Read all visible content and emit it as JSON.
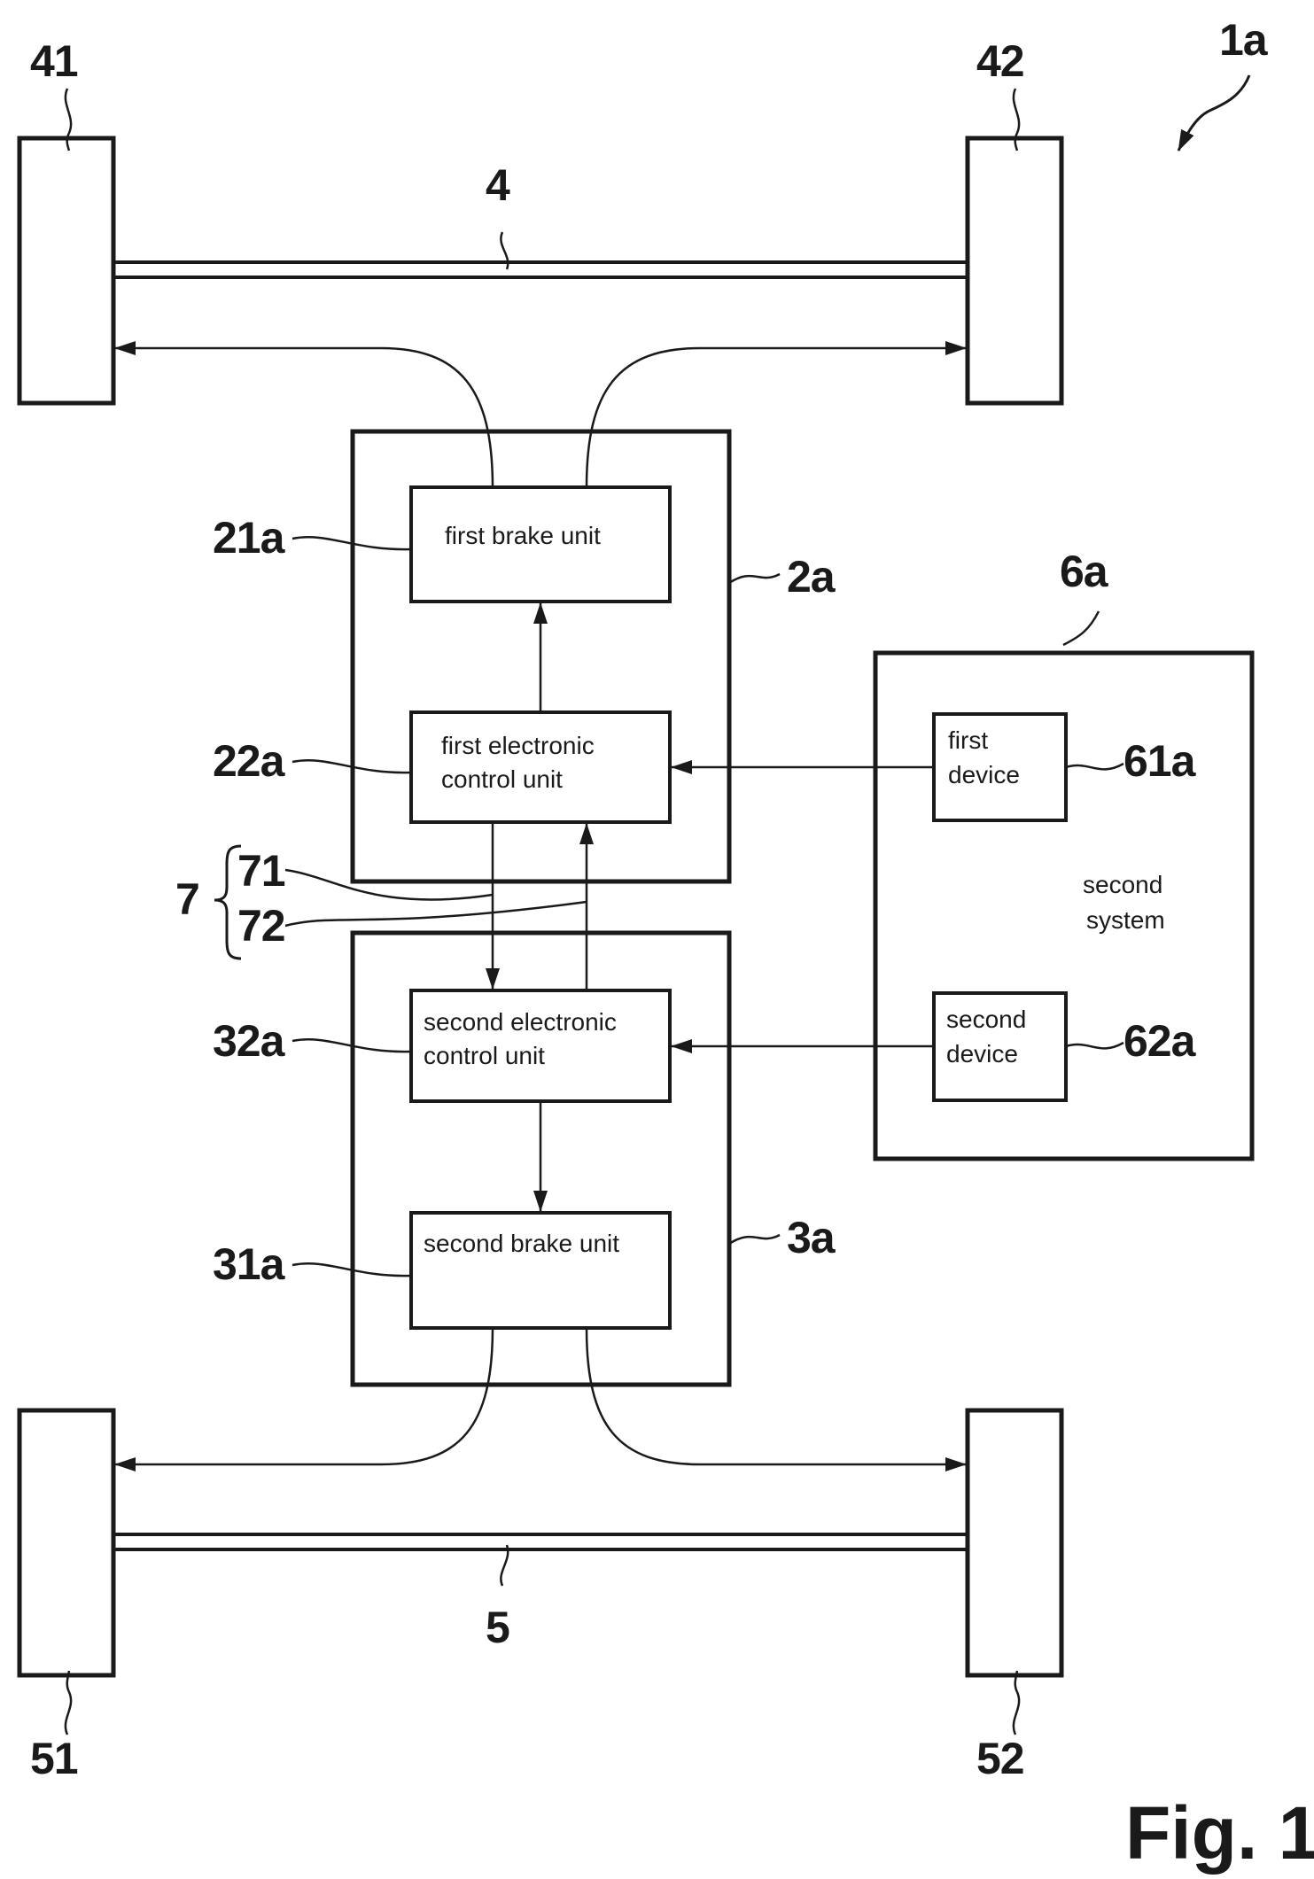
{
  "figure": {
    "caption": "Fig. 1",
    "system_ref": "1a"
  },
  "front_axle": {
    "axle_ref": "4",
    "left_wheel_ref": "41",
    "right_wheel_ref": "42"
  },
  "rear_axle": {
    "axle_ref": "5",
    "left_wheel_ref": "51",
    "right_wheel_ref": "52"
  },
  "first_system": {
    "ref": "2a",
    "brake_unit": {
      "ref": "21a",
      "label": "first brake unit"
    },
    "control_unit": {
      "ref": "22a",
      "label_line1": "first electronic",
      "label_line2": "control unit"
    }
  },
  "second_brake_system": {
    "ref": "3a",
    "control_unit": {
      "ref": "32a",
      "label_line1": "second electronic",
      "label_line2": "control unit"
    },
    "brake_unit": {
      "ref": "31a",
      "label": "second brake unit"
    }
  },
  "communication": {
    "group_ref": "7",
    "line_1_ref": "71",
    "line_2_ref": "72"
  },
  "second_system": {
    "ref": "6a",
    "label_line1": "second",
    "label_line2": "system",
    "first_device": {
      "ref": "61a",
      "label_line1": "first",
      "label_line2": "device"
    },
    "second_device": {
      "ref": "62a",
      "label_line1": "second",
      "label_line2": "device"
    }
  }
}
